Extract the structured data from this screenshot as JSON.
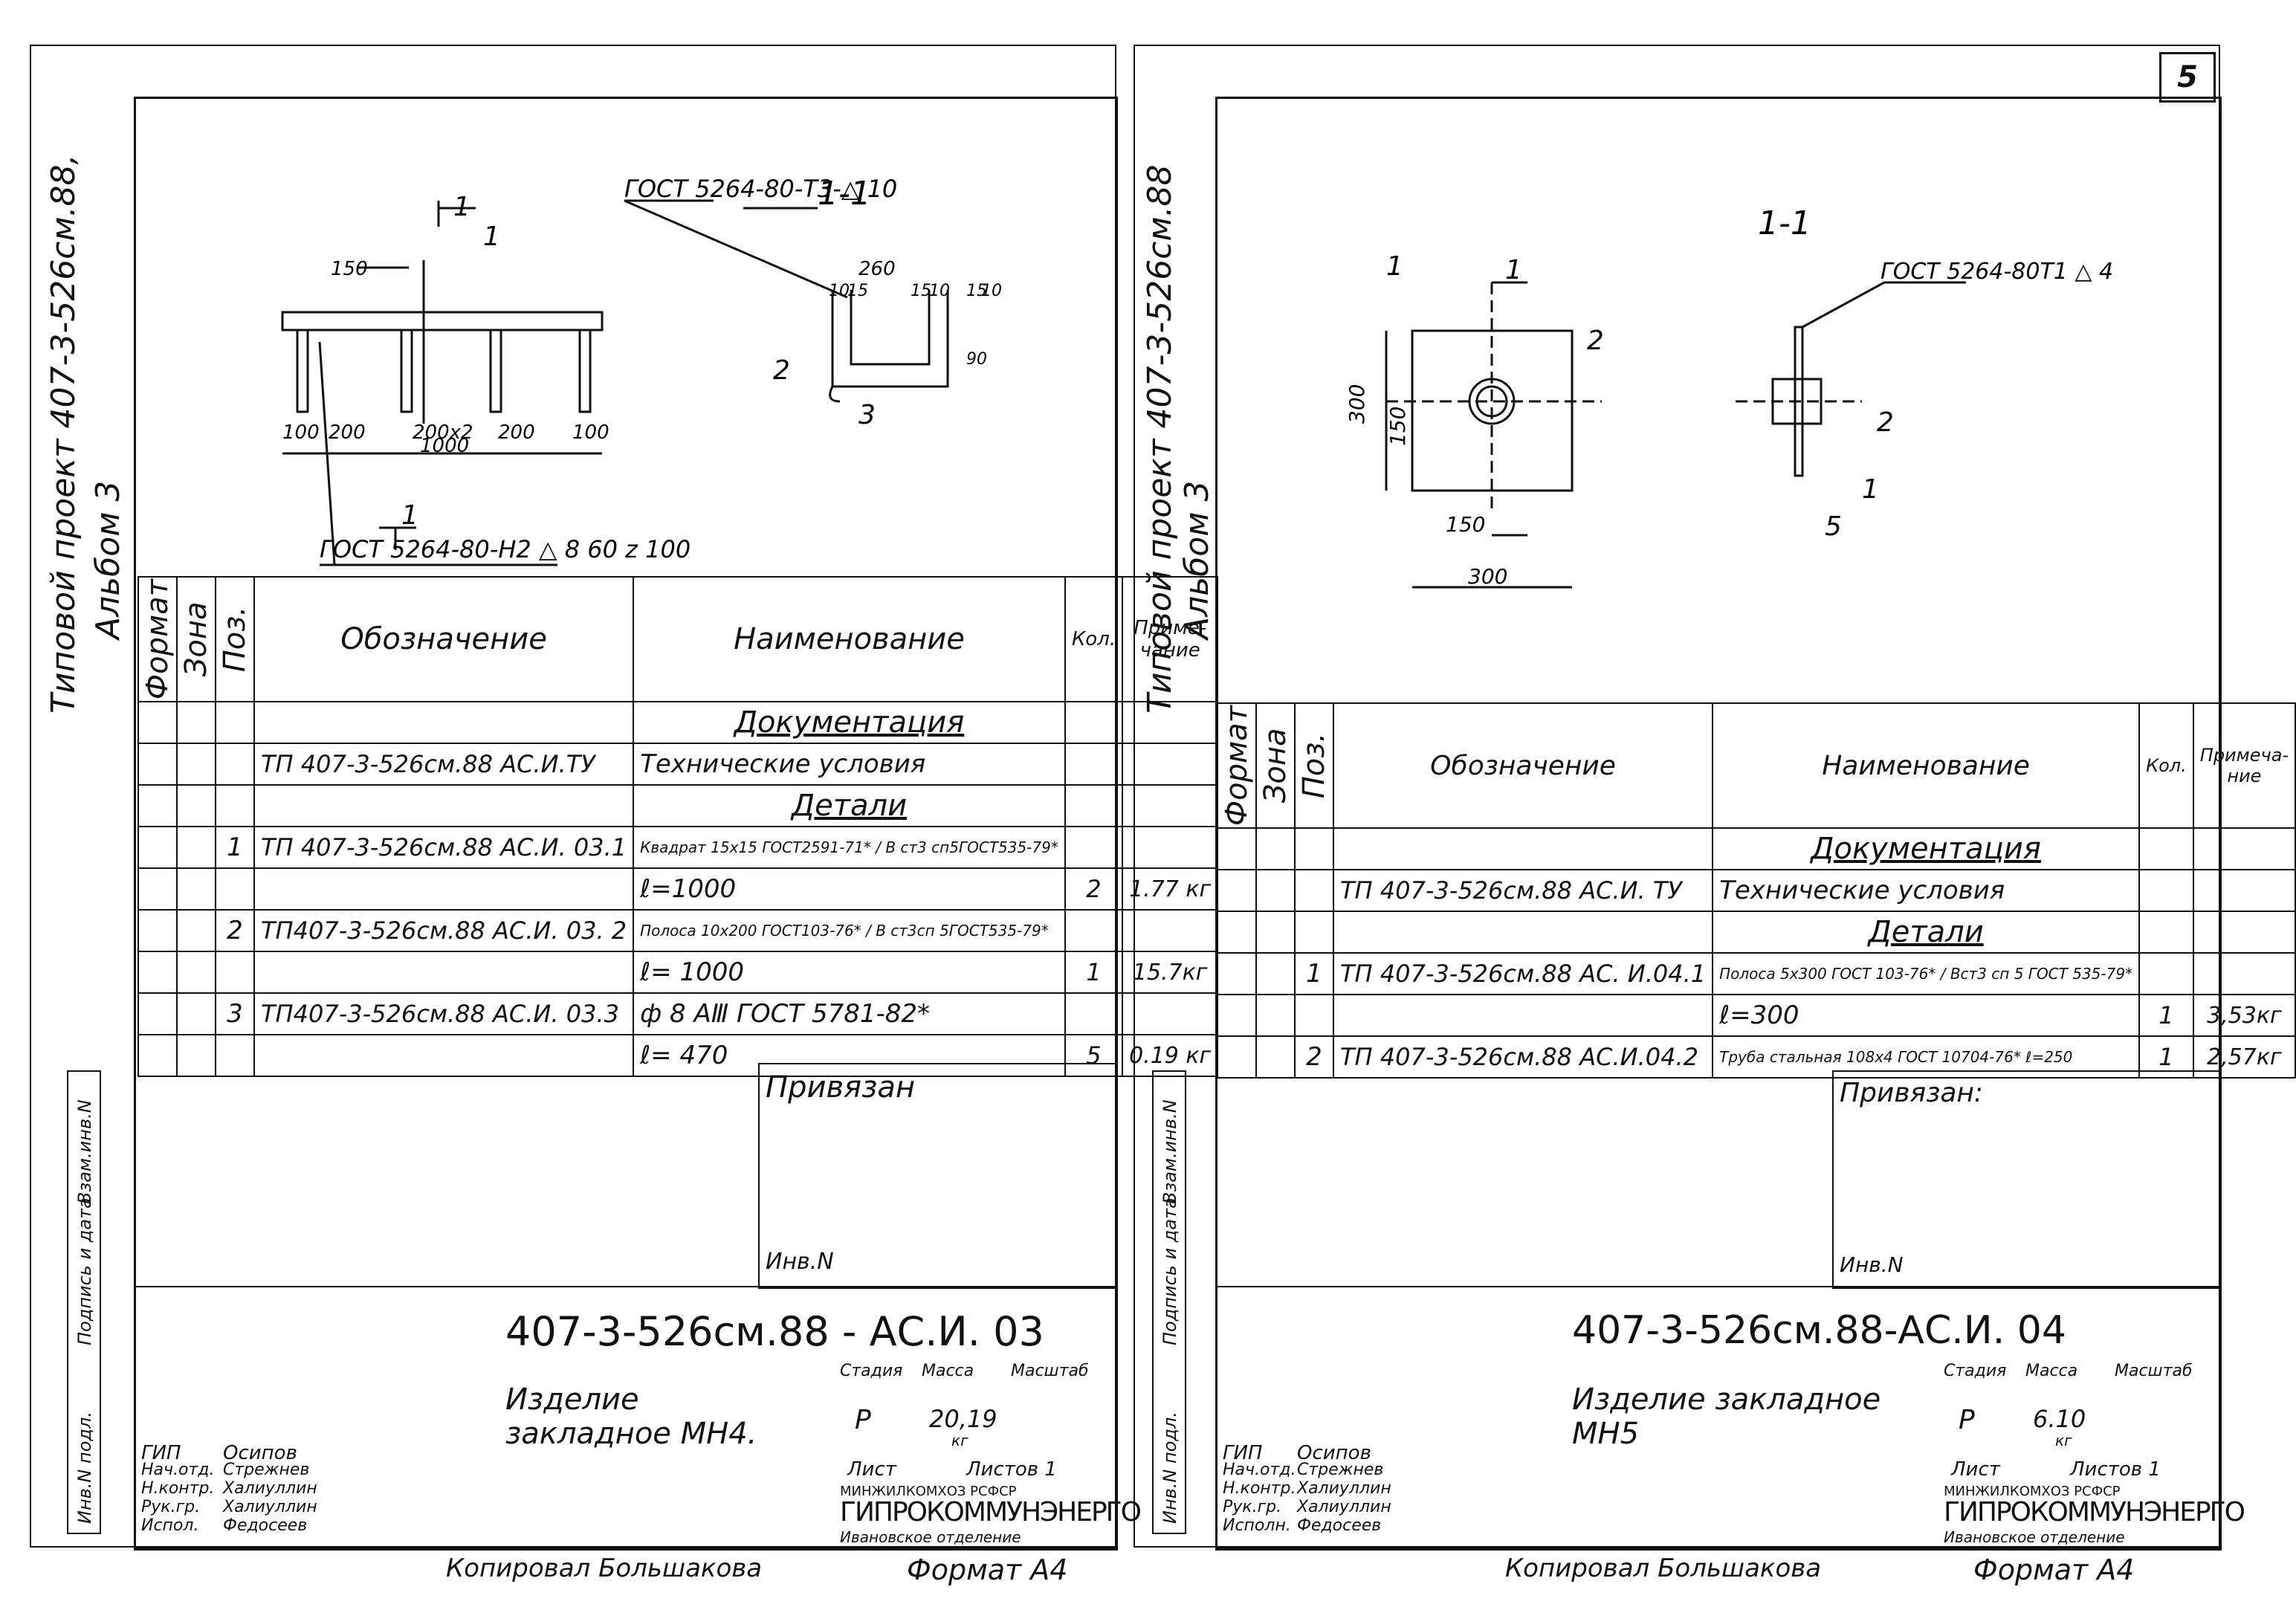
{
  "sheets": [
    {
      "side_title": "Типовой проект 407-3-526см.88,",
      "side_album": "Альбом 3",
      "drawing": {
        "weld_top": "ГОСТ 5264-80-Т3-△ 10",
        "weld_bottom": "ГОСТ 5264-80-Н2 △ 8 60 z 100",
        "section": "1-1",
        "dims": [
          "150",
          "100",
          "200",
          "200x2",
          "200",
          "100",
          "1000",
          "260",
          "10",
          "15",
          "15",
          "10",
          "15",
          "10",
          "90"
        ],
        "marks": [
          "1",
          "1",
          "1",
          "2",
          "3"
        ]
      },
      "spec": {
        "headers": {
          "format": "Формат",
          "zone": "Зона",
          "pos": "Поз.",
          "designation": "Обозначение",
          "name": "Наименование",
          "qty": "Кол.",
          "note": "Приме-чание"
        },
        "rows": [
          {
            "kind": "section",
            "text": "Документация"
          },
          {
            "kind": "row",
            "pos": "",
            "designation": "ТП 407-3-526см.88 АС.И.ТУ",
            "name": "Технические условия",
            "qty": "",
            "note": ""
          },
          {
            "kind": "section",
            "text": "Детали"
          },
          {
            "kind": "row",
            "pos": "1",
            "designation": "ТП 407-3-526см.88 АС.И. 03.1",
            "name": "Квадрат 15x15 ГОСТ2591-71* / В ст3 сп5ГОСТ535-79*",
            "qty": "",
            "note": ""
          },
          {
            "kind": "row",
            "pos": "",
            "designation": "",
            "name": "ℓ=1000",
            "qty": "2",
            "note": "1.77 кг"
          },
          {
            "kind": "row",
            "pos": "2",
            "designation": "ТП407-3-526см.88 АС.И. 03. 2",
            "name": "Полоса 10x200 ГОСТ103-76* / В ст3сп 5ГОСТ535-79*",
            "qty": "",
            "note": ""
          },
          {
            "kind": "row",
            "pos": "",
            "designation": "",
            "name": "ℓ= 1000",
            "qty": "1",
            "note": "15.7кг"
          },
          {
            "kind": "row",
            "pos": "3",
            "designation": "ТП407-3-526см.88 АС.И. 03.3",
            "name": "ф 8 АⅢ ГОСТ 5781-82*",
            "qty": "",
            "note": ""
          },
          {
            "kind": "row",
            "pos": "",
            "designation": "",
            "name": "ℓ= 470",
            "qty": "5",
            "note": "0.19 кг"
          }
        ]
      },
      "side_labels": [
        "Инв.N подл.",
        "Подпись и дата",
        "Взам.инв.N"
      ],
      "privyazan": "Привязан",
      "inv": "Инв.N",
      "stamp": {
        "code": "407-3-526см.88 - АС.И. 03",
        "title": "Изделие закладное МН4.",
        "stage_label": "Стадия",
        "mass_label": "Масса",
        "scale_label": "Масштаб",
        "stage": "Р",
        "mass": "20,19",
        "mass_unit": "кг",
        "sheet_label": "Лист",
        "sheets_label": "Листов 1",
        "org1": "МИНЖИЛКОМХОЗ РСФСР",
        "org2": "ГИПРОКОММУНЭНЕРГО",
        "org3": "Ивановское отделение",
        "people": [
          {
            "role": "ГИП",
            "name": "Осипов"
          },
          {
            "role": "Нач.отд.",
            "name": "Стрежнев"
          },
          {
            "role": "Н.контр.",
            "name": "Халиуллин"
          },
          {
            "role": "Рук.гр.",
            "name": "Халиуллин"
          },
          {
            "role": "Испол.",
            "name": "Федосеев"
          }
        ]
      },
      "footer_copy": "Копировал   Большакова",
      "footer_format": "Формат  А4"
    },
    {
      "page_number": "5",
      "side_title": "Типовой проект 407-3-526см.88",
      "side_album": "Альбом 3",
      "drawing": {
        "weld": "ГОСТ 5264-80Т1 △ 4",
        "section": "1-1",
        "dims": [
          "300",
          "150",
          "150",
          "300"
        ],
        "marks": [
          "1",
          "2",
          "1",
          "2",
          "1",
          "5"
        ]
      },
      "spec": {
        "headers": {
          "format": "Формат",
          "zone": "Зона",
          "pos": "Поз.",
          "designation": "Обозначение",
          "name": "Наименование",
          "qty": "Кол.",
          "note": "Примеча-ние"
        },
        "rows": [
          {
            "kind": "section",
            "text": "Документация"
          },
          {
            "kind": "row",
            "pos": "",
            "designation": "ТП 407-3-526см.88 АС.И. ТУ",
            "name": "Технические условия",
            "qty": "",
            "note": ""
          },
          {
            "kind": "section",
            "text": "Детали"
          },
          {
            "kind": "row",
            "pos": "1",
            "designation": "ТП 407-3-526см.88  АС. И.04.1",
            "name": "Полоса 5x300 ГОСТ 103-76* / Вст3 сп 5 ГОСТ 535-79*",
            "qty": "",
            "note": ""
          },
          {
            "kind": "row",
            "pos": "",
            "designation": "",
            "name": "ℓ=300",
            "qty": "1",
            "note": "3,53кг"
          },
          {
            "kind": "row",
            "pos": "2",
            "designation": "ТП 407-3-526см.88  АС.И.04.2",
            "name": "Труба стальная 108x4 ГОСТ 10704-76* ℓ=250",
            "qty": "1",
            "note": "2,57кг"
          }
        ]
      },
      "side_labels": [
        "Инв.N подл.",
        "Подпись и дата",
        "Взам.инв.N"
      ],
      "privyazan": "Привязан:",
      "inv": "Инв.N",
      "stamp": {
        "code": "407-3-526см.88-АС.И. 04",
        "title": "Изделие закладное МН5",
        "stage_label": "Стадия",
        "mass_label": "Масса",
        "scale_label": "Масштаб",
        "stage": "Р",
        "mass": "6.10",
        "mass_unit": "кг",
        "sheet_label": "Лист",
        "sheets_label": "Листов 1",
        "org1": "МИНЖИЛКОМХОЗ РСФСР",
        "org2": "ГИПРОКОММУНЭНЕРГО",
        "org3": "Ивановское отделение",
        "people": [
          {
            "role": "ГИП",
            "name": "Осипов"
          },
          {
            "role": "Нач.отд.",
            "name": "Стрежнев"
          },
          {
            "role": "Н.контр.",
            "name": "Халиуллин"
          },
          {
            "role": "Рук.гр.",
            "name": "Халиуллин"
          },
          {
            "role": "Исполн.",
            "name": "Федосеев"
          }
        ]
      },
      "footer_copy": "Копировал   Большакова",
      "footer_format": "Формат  А4"
    }
  ]
}
